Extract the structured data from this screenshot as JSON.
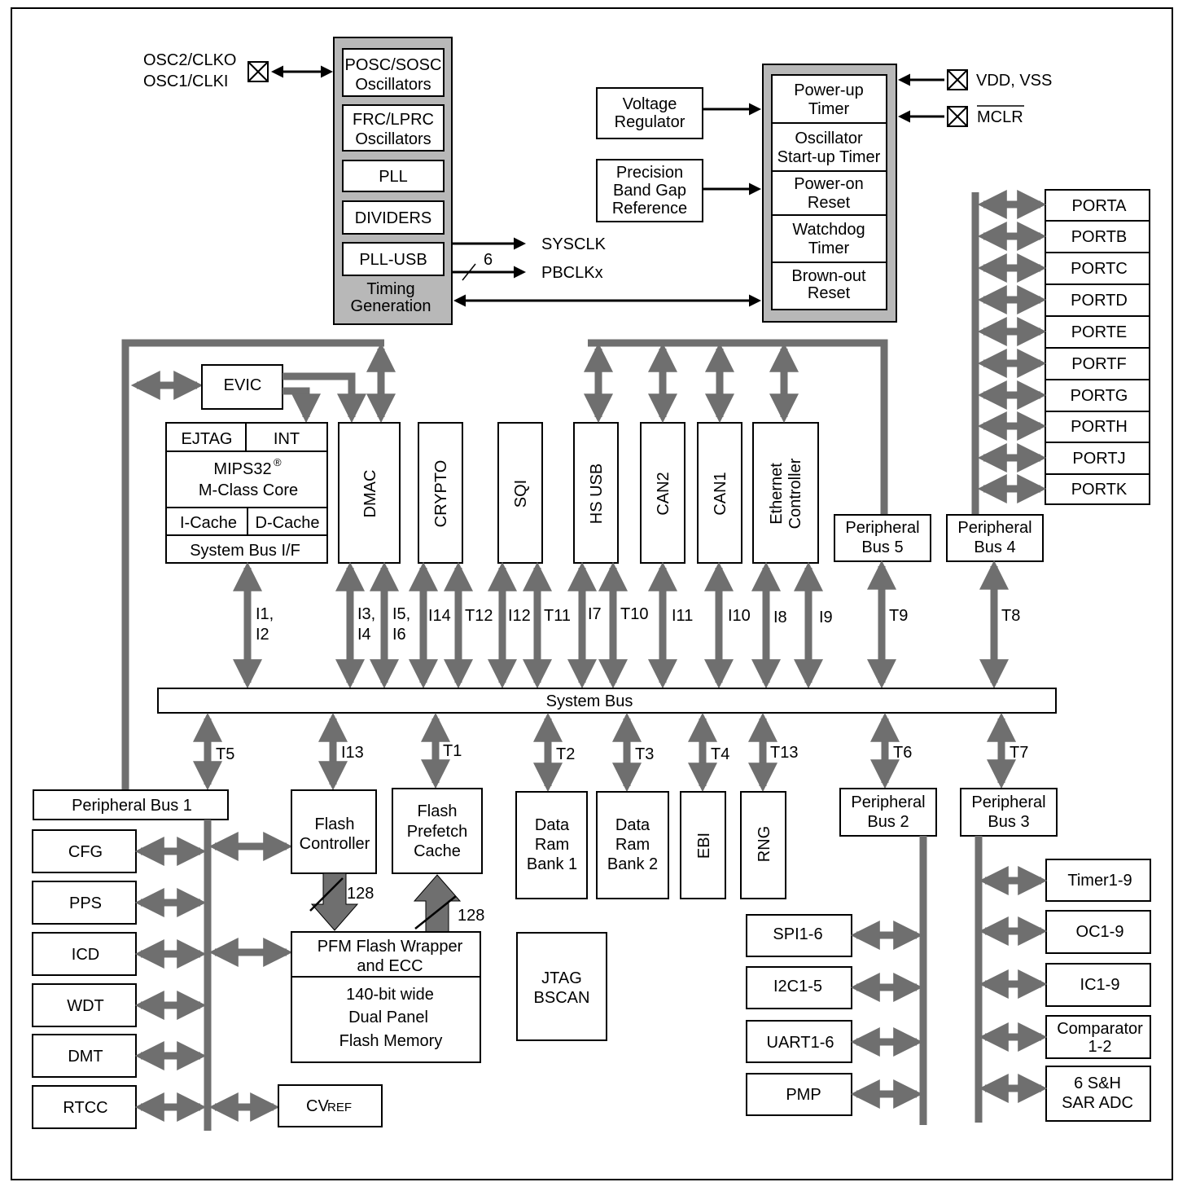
{
  "pins": {
    "osc2": "OSC2/CLKO",
    "osc1": "OSC1/CLKI",
    "vdd_vss": "VDD, VSS",
    "mclr": "MCLR"
  },
  "timing": {
    "posc": "POSC/SOSC",
    "posc2": "Oscillators",
    "frc": "FRC/LPRC",
    "frc2": "Oscillators",
    "pll": "PLL",
    "dividers": "DIVIDERS",
    "pllusb": "PLL-USB",
    "label1": "Timing",
    "label2": "Generation",
    "sysclk": "SYSCLK",
    "pbclk": "PBCLKx",
    "pbclk_width": "6"
  },
  "reset": {
    "pwrt1": "Power-up",
    "pwrt2": "Timer",
    "ost1": "Oscillator",
    "ost2": "Start-up Timer",
    "por1": "Power-on",
    "por2": "Reset",
    "wdt1": "Watchdog",
    "wdt2": "Timer",
    "bor1": "Brown-out",
    "bor2": "Reset"
  },
  "regulator": {
    "l1": "Voltage",
    "l2": "Regulator"
  },
  "bandgap": {
    "l1": "Precision",
    "l2": "Band Gap",
    "l3": "Reference"
  },
  "core": {
    "evic": "EVIC",
    "ejtag": "EJTAG",
    "int": "INT",
    "mips": "MIPS32",
    "reg": "®",
    "mclass": "M-Class Core",
    "icache": "I-Cache",
    "dcache": "D-Cache",
    "busif": "System Bus I/F"
  },
  "masters": {
    "dmac": "DMAC",
    "crypto": "CRYPTO",
    "sqi": "SQI",
    "hsusb": "HS USB",
    "can2": "CAN2",
    "can1": "CAN1",
    "eth1": "Ethernet",
    "eth2": "Controller"
  },
  "pbus": {
    "pb1": "Peripheral Bus 1",
    "pb5a": "Peripheral",
    "pb5b": "Bus 5",
    "pb4a": "Peripheral",
    "pb4b": "Bus 4",
    "pb2a": "Peripheral",
    "pb2b": "Bus 2",
    "pb3a": "Peripheral",
    "pb3b": "Bus 3"
  },
  "ports": [
    "PORTA",
    "PORTB",
    "PORTC",
    "PORTD",
    "PORTE",
    "PORTF",
    "PORTG",
    "PORTH",
    "PORTJ",
    "PORTK"
  ],
  "bus_labels": {
    "i1": "I1,",
    "i2": "I2",
    "i3": "I3,",
    "i4": "I4",
    "i5": "I5,",
    "i6": "I6",
    "i14": "I14",
    "t12": "T12",
    "i12": "I12",
    "t11": "T11",
    "i7": "I7",
    "t10": "T10",
    "i11": "I11",
    "i10": "I10",
    "i8": "I8",
    "i9": "I9",
    "t9": "T9",
    "t8": "T8",
    "t5": "T5",
    "i13": "I13",
    "t1": "T1",
    "t2": "T2",
    "t3": "T3",
    "t4": "T4",
    "t13": "T13",
    "t6": "T6",
    "t7": "T7"
  },
  "system_bus": "System Bus",
  "slaves": {
    "fc1": "Flash",
    "fc2": "Controller",
    "fp1": "Flash",
    "fp2": "Prefetch",
    "fp3": "Cache",
    "dr1a": "Data",
    "dr1b": "Ram",
    "dr1c": "Bank 1",
    "dr2a": "Data",
    "dr2b": "Ram",
    "dr2c": "Bank 2",
    "ebi": "EBI",
    "rng": "RNG",
    "w128a": "128",
    "w128b": "128"
  },
  "flash": {
    "pfm1": "PFM Flash Wrapper",
    "pfm2": "and ECC",
    "m1": "140-bit wide",
    "m2": "Dual Panel",
    "m3": "Flash Memory"
  },
  "jtag": {
    "l1": "JTAG",
    "l2": "BSCAN"
  },
  "pb1_periph": [
    "CFG",
    "PPS",
    "ICD",
    "WDT",
    "DMT",
    "RTCC"
  ],
  "cvref": {
    "cv": "CV",
    "ref": "REF"
  },
  "pb2_periph": [
    "SPI1-6",
    "I2C1-5",
    "UART1-6",
    "PMP"
  ],
  "pb3_periph": {
    "timer": "Timer1-9",
    "oc": "OC1-9",
    "ic": "IC1-9",
    "cmp1": "Comparator",
    "cmp2": "1-2",
    "adc1": "6 S&H",
    "adc2": "SAR ADC"
  }
}
